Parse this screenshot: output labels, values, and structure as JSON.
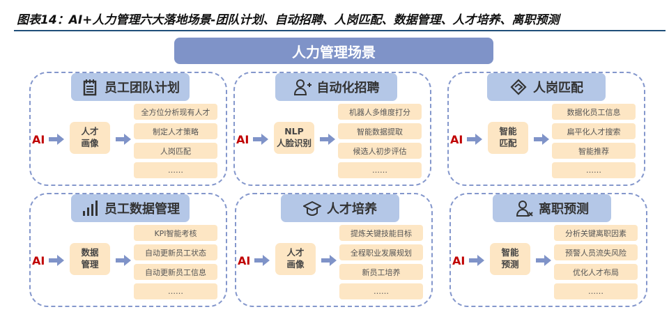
{
  "title": "图表14：AI+人力管理六大落地场景-团队计划、自动招聘、人岗匹配、数据管理、人才培养、离职预测",
  "banner": "人力管理场景",
  "ai_label": "AI",
  "colors": {
    "banner": "#7f93c8",
    "header": "#b4c7e7",
    "box": "#fde6c4",
    "ai": "#c00000",
    "dash": "#8497cc"
  },
  "panels": [
    {
      "name": "staff-team-plan",
      "icon": "notepad-icon",
      "title": "员工团队计划",
      "center": "人才\n画像",
      "items": [
        "全方位分析现有人才",
        "制定人才策略",
        "人岗匹配",
        "……"
      ]
    },
    {
      "name": "auto-recruit",
      "icon": "add-user-icon",
      "title": "自动化招聘",
      "center": "NLP\n人脸识别",
      "items": [
        "机器人多维度打分",
        "智能数据提取",
        "候选人初步评估",
        "……"
      ]
    },
    {
      "name": "job-match",
      "icon": "handshake-icon",
      "title": "人岗匹配",
      "center": "智能\n匹配",
      "items": [
        "数据化员工信息",
        "扁平化人才搜索",
        "智能推荐",
        "……"
      ]
    },
    {
      "name": "staff-data",
      "icon": "bar-chart-icon",
      "title": "员工数据管理",
      "center": "数据\n管理",
      "items": [
        "KPI智能考核",
        "自动更新员工状态",
        "自动更新员工信息",
        "……"
      ]
    },
    {
      "name": "talent-training",
      "icon": "graduation-cap-icon",
      "title": "人才培养",
      "center": "人才\n画像",
      "items": [
        "提炼关键技能目标",
        "全程职业发展规划",
        "新员工培养",
        "……"
      ]
    },
    {
      "name": "turnover-predict",
      "icon": "remove-user-icon",
      "title": "离职预测",
      "center": "智能\n预测",
      "items": [
        "分析关键离职因素",
        "预警人员流失风险",
        "优化人才布局",
        "……"
      ]
    }
  ]
}
